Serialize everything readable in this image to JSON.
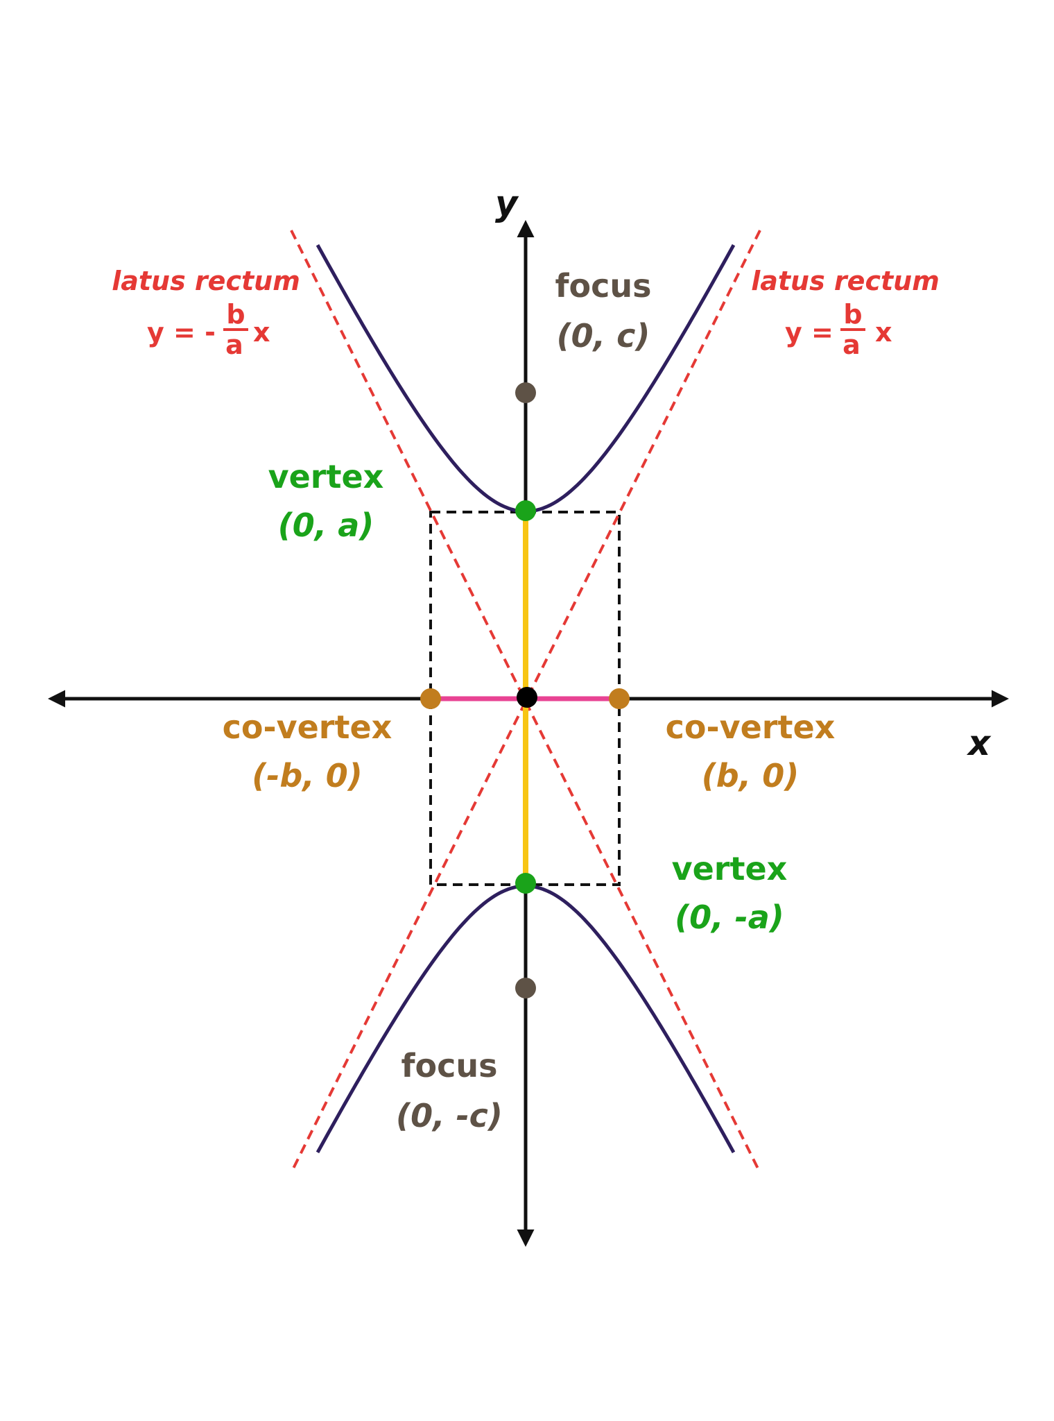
{
  "colors": {
    "axis": "#111111",
    "curve": "#2e1f5e",
    "asymptote": "#e53935",
    "box": "#111111",
    "transverse_axis": "#f7c514",
    "conjugate_axis": "#e84393",
    "vertex": "#1aa31a",
    "co_vertex": "#c17d1e",
    "focus": "#5e5246",
    "center": "#000000"
  },
  "axes": {
    "x_label": "x",
    "y_label": "y"
  },
  "asymptote_left": {
    "title": "latus rectum",
    "lhs": "y = -",
    "num": "b",
    "den": "a",
    "var": "x"
  },
  "asymptote_right": {
    "title": "latus rectum",
    "lhs": "y =",
    "num": "b",
    "den": "a",
    "var": "x"
  },
  "focus_top": {
    "name": "focus",
    "coords": "(0, c)"
  },
  "focus_bottom": {
    "name": "focus",
    "coords": "(0, -c)"
  },
  "vertex_top": {
    "name": "vertex",
    "coords": "(0, a)"
  },
  "vertex_bottom": {
    "name": "vertex",
    "coords": "(0, -a)"
  },
  "co_vertex_left": {
    "name": "co-vertex",
    "coords": "(-b, 0)"
  },
  "co_vertex_right": {
    "name": "co-vertex",
    "coords": "(b, 0)"
  }
}
